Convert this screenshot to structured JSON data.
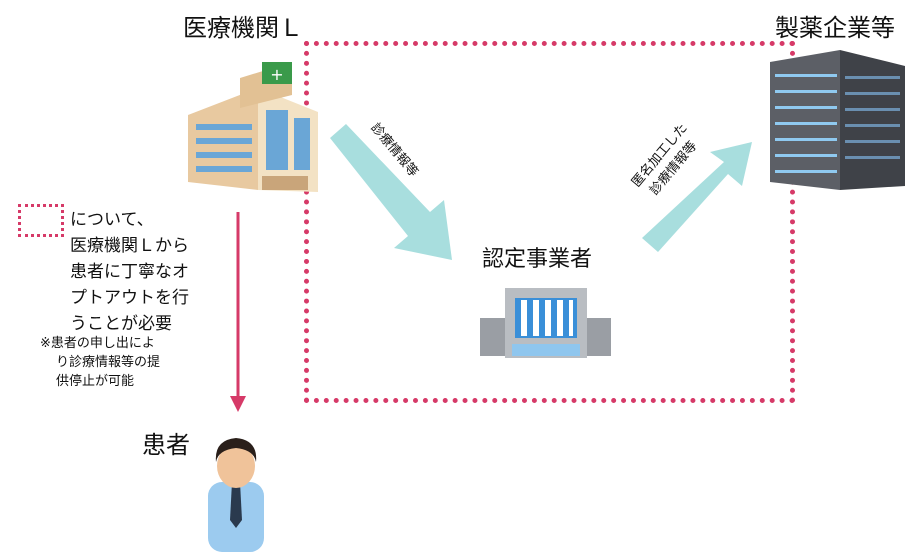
{
  "nodes": {
    "hospital": "医療機関Ｌ",
    "pharma": "製薬企業等",
    "certified_agent": "認定事業者",
    "patient": "患者"
  },
  "flows": {
    "hospital_to_agent": "診療情報等",
    "agent_to_pharma_line1": "匿名加工した",
    "agent_to_pharma_line2": "診療情報等"
  },
  "legend": {
    "lines": [
      "について、",
      "医療機関Ｌから",
      "患者に丁寧なオ",
      "プトアウトを行",
      "うことが必要"
    ]
  },
  "note": {
    "lines": [
      "※患者の申し出によ",
      "り診療情報等の提",
      "供停止が可能"
    ]
  },
  "colors": {
    "dotted_border": "#d63a68",
    "flow_arrow": "#a8dede",
    "optout_arrow": "#d63a68"
  },
  "icons": {
    "hospital": "hospital-building-icon",
    "pharma": "office-tower-icon",
    "certified_agent": "data-center-building-icon",
    "patient": "person-icon"
  }
}
